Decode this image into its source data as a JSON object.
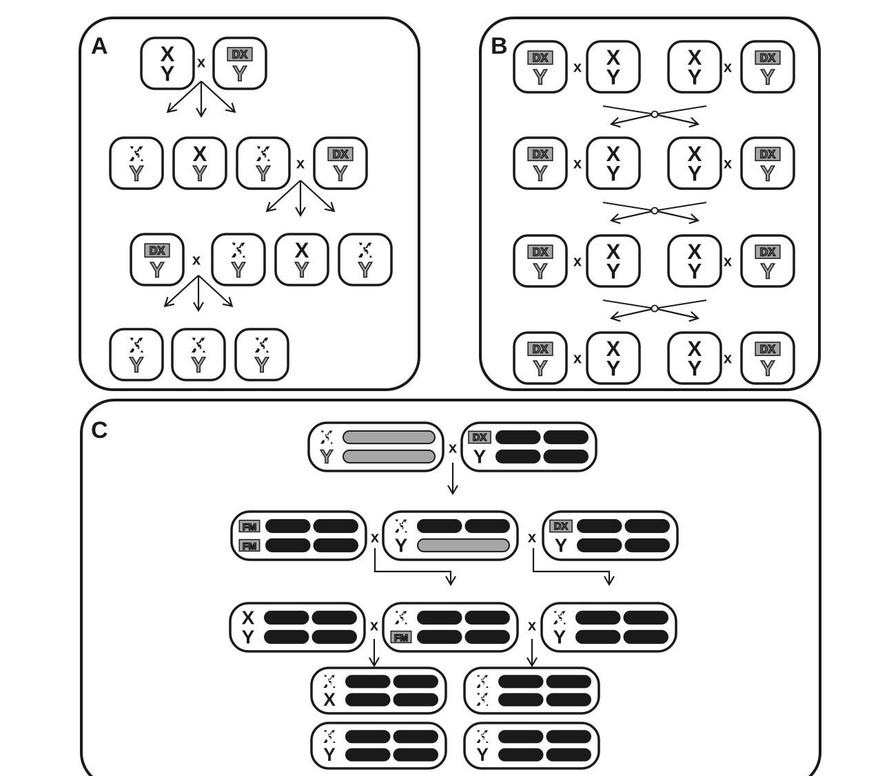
{
  "panels": {
    "a": {
      "label": "A"
    },
    "b": {
      "label": "B"
    },
    "c": {
      "label": "C"
    }
  },
  "cross_symbol": "x",
  "chromosome_labels": {
    "x": "X",
    "y": "Y",
    "dx": "DX",
    "fm": "FM"
  },
  "colors": {
    "black": "#1a1a1a",
    "gray": "#a6a6a6",
    "outline": "#1a1a1a",
    "background": "#ffffff"
  }
}
